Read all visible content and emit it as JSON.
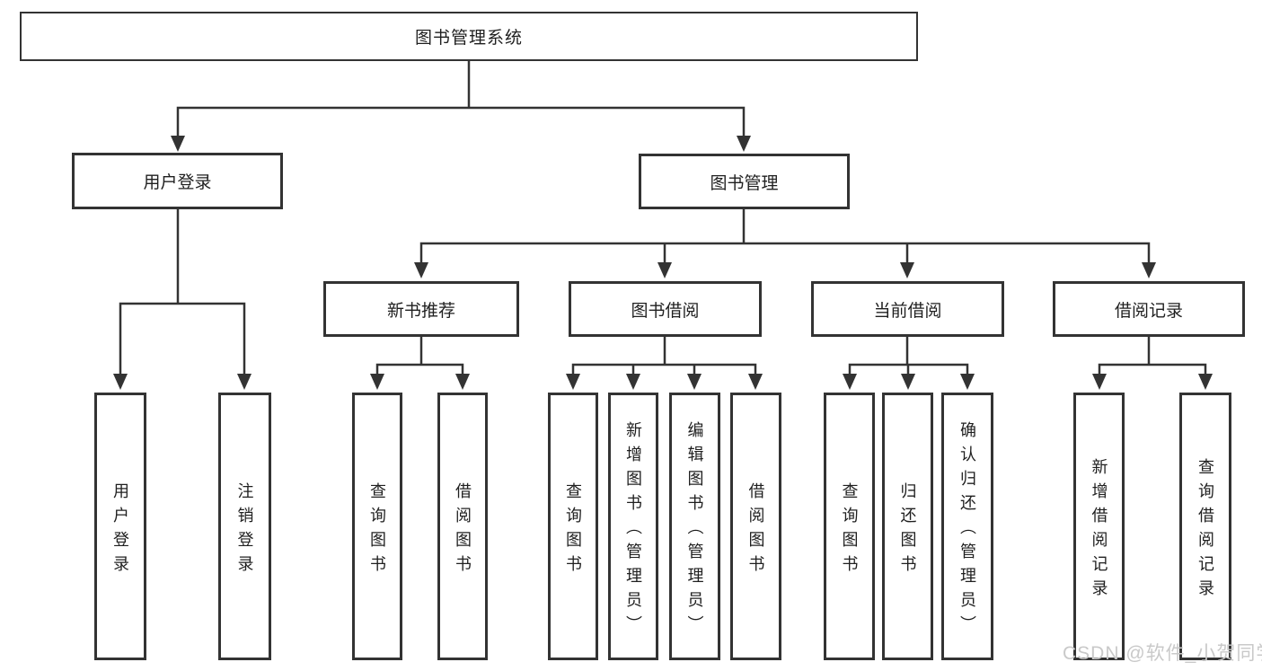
{
  "colors": {
    "line": "#333333",
    "box_border": "#333333",
    "text": "#1f1f1f",
    "watermark": "#c9c9c9",
    "background": "#ffffff"
  },
  "diagram": {
    "type": "hierarchy-tree",
    "root": {
      "label": "图书管理系统"
    },
    "branches": {
      "user_login": {
        "label": "用户登录",
        "children": [
          {
            "label": "用户登录"
          },
          {
            "label": "注销登录"
          }
        ]
      },
      "book_management": {
        "label": "图书管理",
        "children": [
          {
            "label": "新书推荐",
            "children": [
              {
                "label": "查询图书"
              },
              {
                "label": "借阅图书"
              }
            ]
          },
          {
            "label": "图书借阅",
            "children": [
              {
                "label": "查询图书"
              },
              {
                "label": "新增图书（管理员）"
              },
              {
                "label": "编辑图书（管理员）"
              },
              {
                "label": "借阅图书"
              }
            ]
          },
          {
            "label": "当前借阅",
            "children": [
              {
                "label": "查询图书"
              },
              {
                "label": "归还图书"
              },
              {
                "label": "确认归还（管理员）"
              }
            ]
          },
          {
            "label": "借阅记录",
            "children": [
              {
                "label": "新增借阅记录"
              },
              {
                "label": "查询借阅记录"
              }
            ]
          }
        ]
      }
    }
  },
  "watermark": {
    "text": "CSDN @软件_小贺同学"
  }
}
